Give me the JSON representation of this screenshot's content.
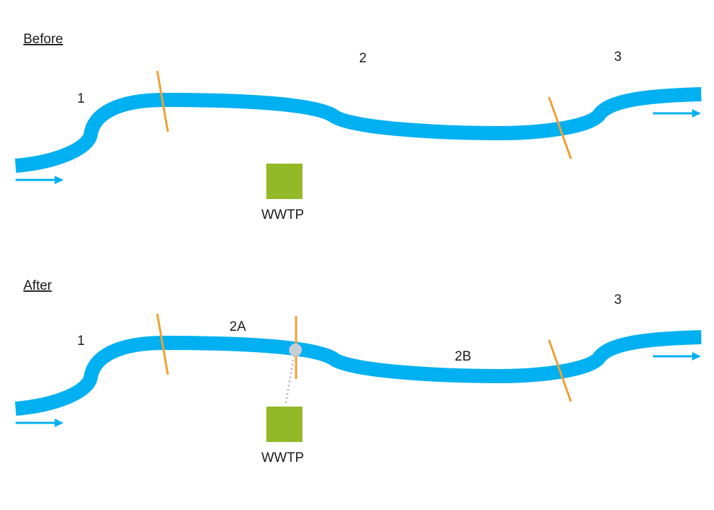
{
  "colors": {
    "river": "#00b0f0",
    "boundary": "#f0a030",
    "wwtp": "#92b928",
    "discharge_point": "#c8ccd4",
    "discharge_line": "#b4bac4",
    "text": "#1a1a1a"
  },
  "before": {
    "heading": "Before",
    "segments": [
      "1",
      "2",
      "3"
    ],
    "facility_label": "WWTP"
  },
  "after": {
    "heading": "After",
    "segments": [
      "1",
      "2A",
      "2B",
      "3"
    ],
    "facility_label": "WWTP"
  }
}
